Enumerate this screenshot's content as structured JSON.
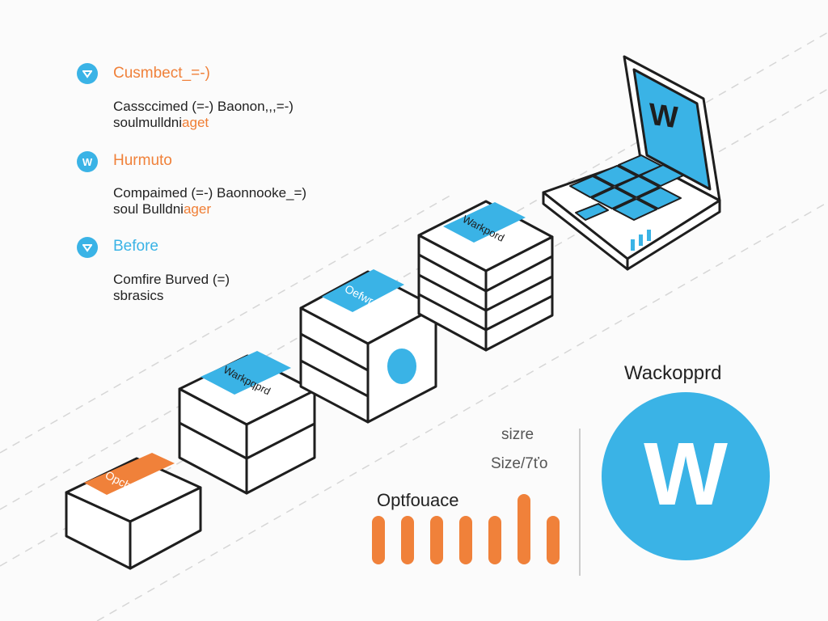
{
  "colors": {
    "accent_blue": "#3ab3e6",
    "accent_orange": "#f0813a",
    "outline": "#1e1e1e"
  },
  "legend": [
    {
      "icon": "chevron-down-icon",
      "title": "Cusmbect_=-)",
      "title_color": "#f0813a",
      "line1": "Cassccimed (=-) Baonon,,,=-)",
      "line2_prefix": "soulmulldni",
      "line2_accent": "aget"
    },
    {
      "icon": "w-icon",
      "icon_text": "W",
      "title": "Hurmuto",
      "title_color": "#f0813a",
      "line1": "Compaimed (=-) Baonnooke_=)",
      "line2_prefix": "soul Bulldni",
      "line2_accent": "ager"
    },
    {
      "icon": "chevron-down-icon",
      "title": "Before",
      "title_color": "#3ab3e6",
      "line1": "Comfire Burved (=)",
      "line2_prefix": "sbrasics",
      "line2_accent": ""
    }
  ],
  "stack_labels": [
    "Opchcrnd",
    "Warkpqprd",
    "Oefwrd",
    "Warkpord"
  ],
  "laptop": {
    "screen_letter": "W"
  },
  "brand": {
    "name": "Wackopprd",
    "logo_letter": "W"
  },
  "mini_chart": {
    "title": "Optfouace",
    "labels": [
      "sizre",
      "Size/7ťo"
    ]
  },
  "chart_data": {
    "type": "bar",
    "title": "Optfouace",
    "categories": [
      "",
      "",
      "",
      "",
      "",
      "",
      ""
    ],
    "values": [
      2.0,
      2.0,
      2.0,
      2.0,
      2.0,
      2.9,
      2.0
    ],
    "ylim": [
      0,
      3
    ],
    "grid": false,
    "color": "#f0813a"
  }
}
